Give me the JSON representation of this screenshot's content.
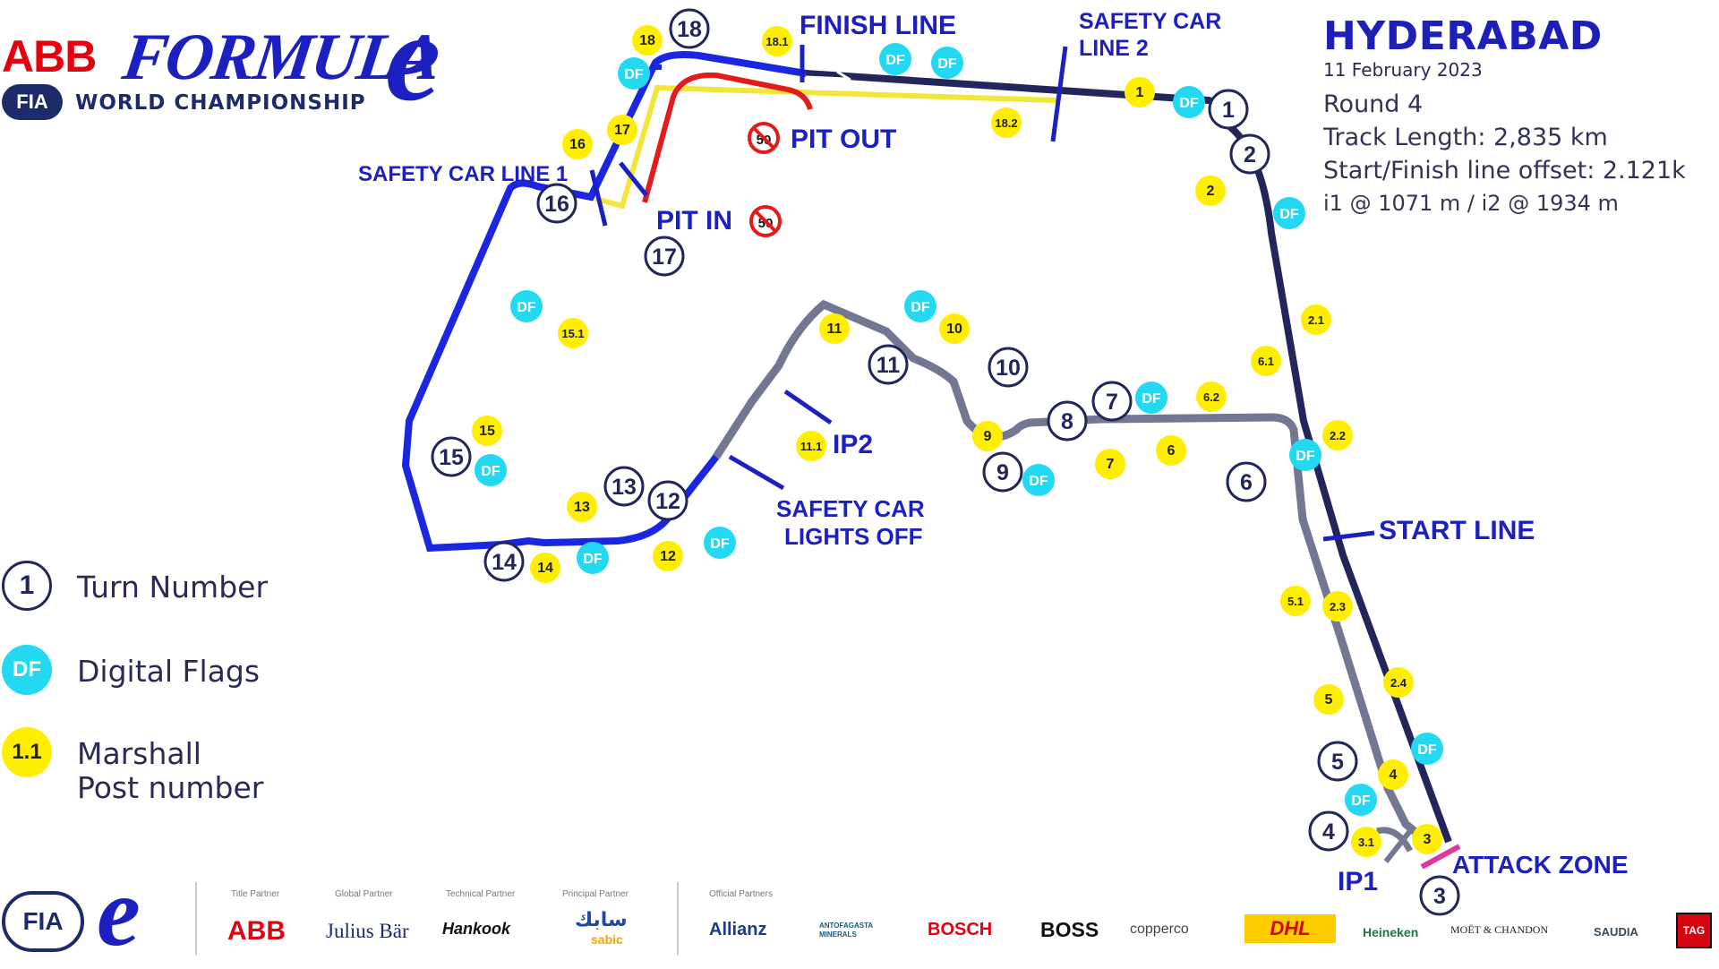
{
  "branding": {
    "abb": "ABB",
    "formula": "FORMULA",
    "e_letter": "e",
    "fia": "FIA",
    "championship": "WORLD CHAMPIONSHIP"
  },
  "event": {
    "city": "HYDERABAD",
    "date": "11 February 2023",
    "round": "Round 4",
    "track_length": "Track Length: 2,835 km",
    "offset": "Start/Finish line offset: 2.121k",
    "intermediates": "i1 @ 1071 m / i2 @ 1934 m"
  },
  "track_labels": {
    "finish_line": "FINISH LINE",
    "safety_car_line_2_a": "SAFETY CAR",
    "safety_car_line_2_b": "LINE 2",
    "safety_car_line_1": "SAFETY CAR LINE 1",
    "pit_out": "PIT OUT",
    "pit_in": "PIT IN",
    "ip2": "IP2",
    "ip1": "IP1",
    "sc_lights_off_a": "SAFETY CAR",
    "sc_lights_off_b": "LIGHTS OFF",
    "start_line": "START LINE",
    "attack_zone": "ATTACK ZONE",
    "speed_limit": "50"
  },
  "turns": [
    "1",
    "2",
    "3",
    "4",
    "5",
    "6",
    "7",
    "8",
    "9",
    "10",
    "11",
    "12",
    "13",
    "14",
    "15",
    "16",
    "17",
    "18"
  ],
  "digital_flag_label": "DF",
  "marshal_posts": [
    "1",
    "2",
    "2.1",
    "6.1",
    "6.2",
    "2.2",
    "2.3",
    "5.1",
    "2.4",
    "5",
    "4",
    "3",
    "3.1",
    "6",
    "7",
    "9",
    "10",
    "11",
    "11.1",
    "12",
    "13",
    "14",
    "15",
    "15.1",
    "16",
    "17",
    "18",
    "18.1",
    "18.2"
  ],
  "legend": {
    "turn_symbol": "1",
    "turn_label": "Turn Number",
    "df_symbol": "DF",
    "df_label": "Digital Flags",
    "marshal_symbol": "1.1",
    "marshal_label_1": "Marshall",
    "marshal_label_2": "Post number"
  },
  "partners": {
    "title_caption": "Title Partner",
    "global_caption": "Global Partner",
    "technical_caption": "Technical Partner",
    "principal_caption": "Principal Partner",
    "official_caption": "Official Partners",
    "title": "ABB",
    "global": "Julius Bär",
    "technical": "Hankook",
    "principal_ar": "سابك",
    "principal": "sabic",
    "official": [
      "Allianz",
      "ANTOFAGASTA MINERALS",
      "BOSCH",
      "BOSS",
      "copperco",
      "DHL",
      "Heineken",
      "MOËT & CHANDON",
      "SAUDIA",
      "TAG"
    ]
  },
  "colors": {
    "brand_blue": "#1d20c0",
    "track_navy": "#23265a",
    "track_blue": "#1b26e0",
    "track_grey": "#737892",
    "pit_lane_red": "#e31b1b",
    "pit_lane_yellow": "#f2e63a",
    "df_cyan": "#23d9f2",
    "marshal_yellow": "#ffee00",
    "attack_zone_pink": "#e0389a"
  }
}
